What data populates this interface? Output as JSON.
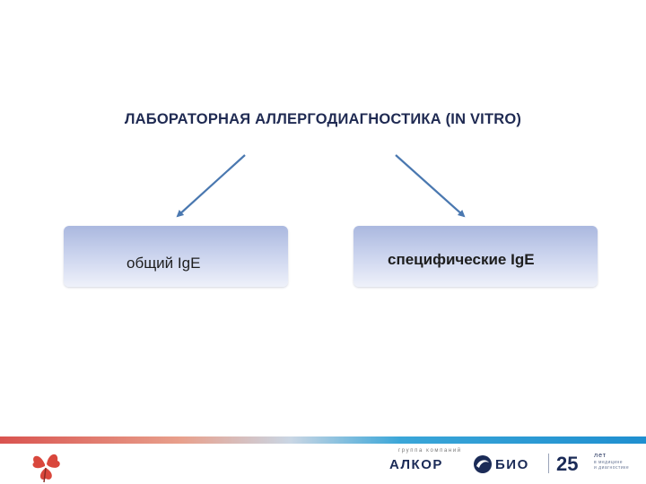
{
  "title": "ЛАБОРАТОРНАЯ АЛЛЕРГОДИАГНОСТИКА (IN VITRO)",
  "boxes": {
    "left": "общий IgE",
    "right": "специфические IgE"
  },
  "footer": {
    "group_text": "группа компаний",
    "brand_left": "АЛКОР",
    "brand_right": "БИО",
    "anniversary_number": "25",
    "anniversary_word": "лет",
    "tagline_1": "в медицине",
    "tagline_2": "и диагностике"
  },
  "colors": {
    "title": "#1f2a52",
    "arrow": "#4a78b0",
    "box_top": "#aab8df",
    "box_bottom": "#eef1fa",
    "stripe_left": "#d9534f",
    "stripe_right": "#1f8fd0",
    "logo_red": "#d9473c"
  },
  "icons": {
    "left_logo": "red-clover-logo-icon",
    "bio_mark": "swirl-logo-icon"
  }
}
